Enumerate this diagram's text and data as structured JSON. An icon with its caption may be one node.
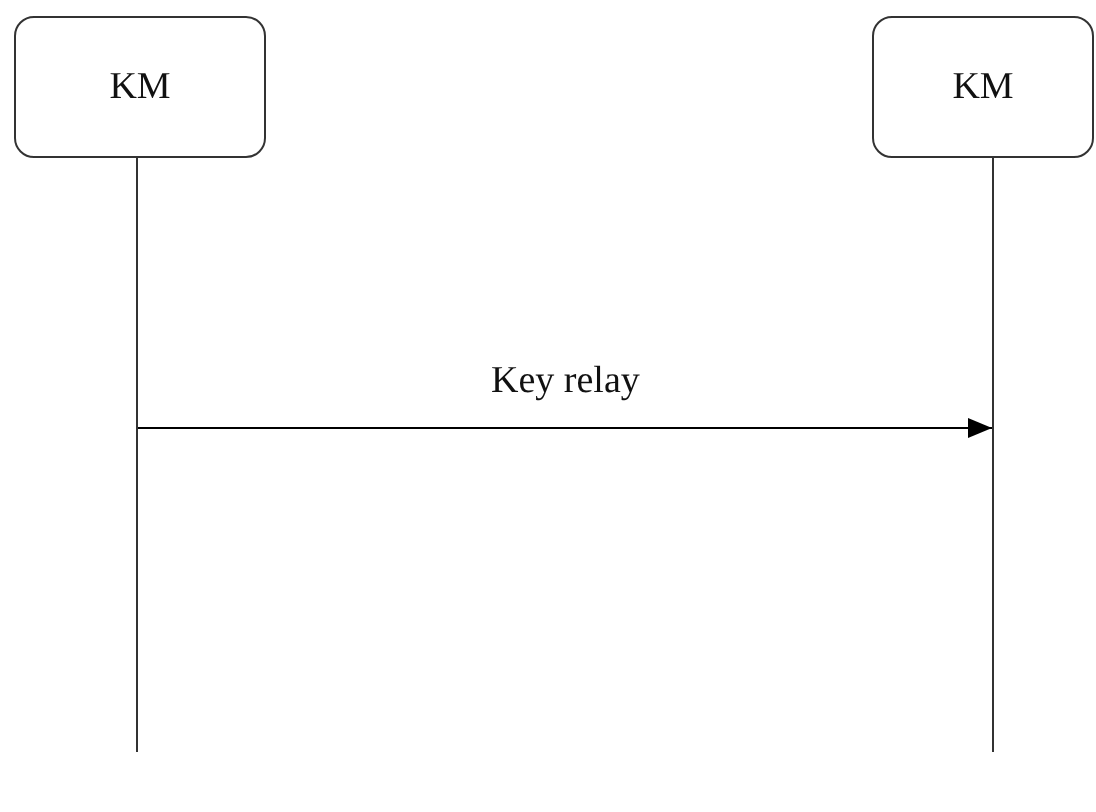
{
  "diagram": {
    "nodes": [
      {
        "text": [
          "KM"
        ]
      },
      {
        "text": [
          "KM"
        ]
      },
      {
        "text": [],
        "shape": "line"
      },
      {
        "text": [],
        "shape": "line"
      }
    ],
    "edges": [
      {
        "from": 2,
        "to": 3,
        "arrow": "to",
        "label": "Key relay"
      }
    ]
  }
}
